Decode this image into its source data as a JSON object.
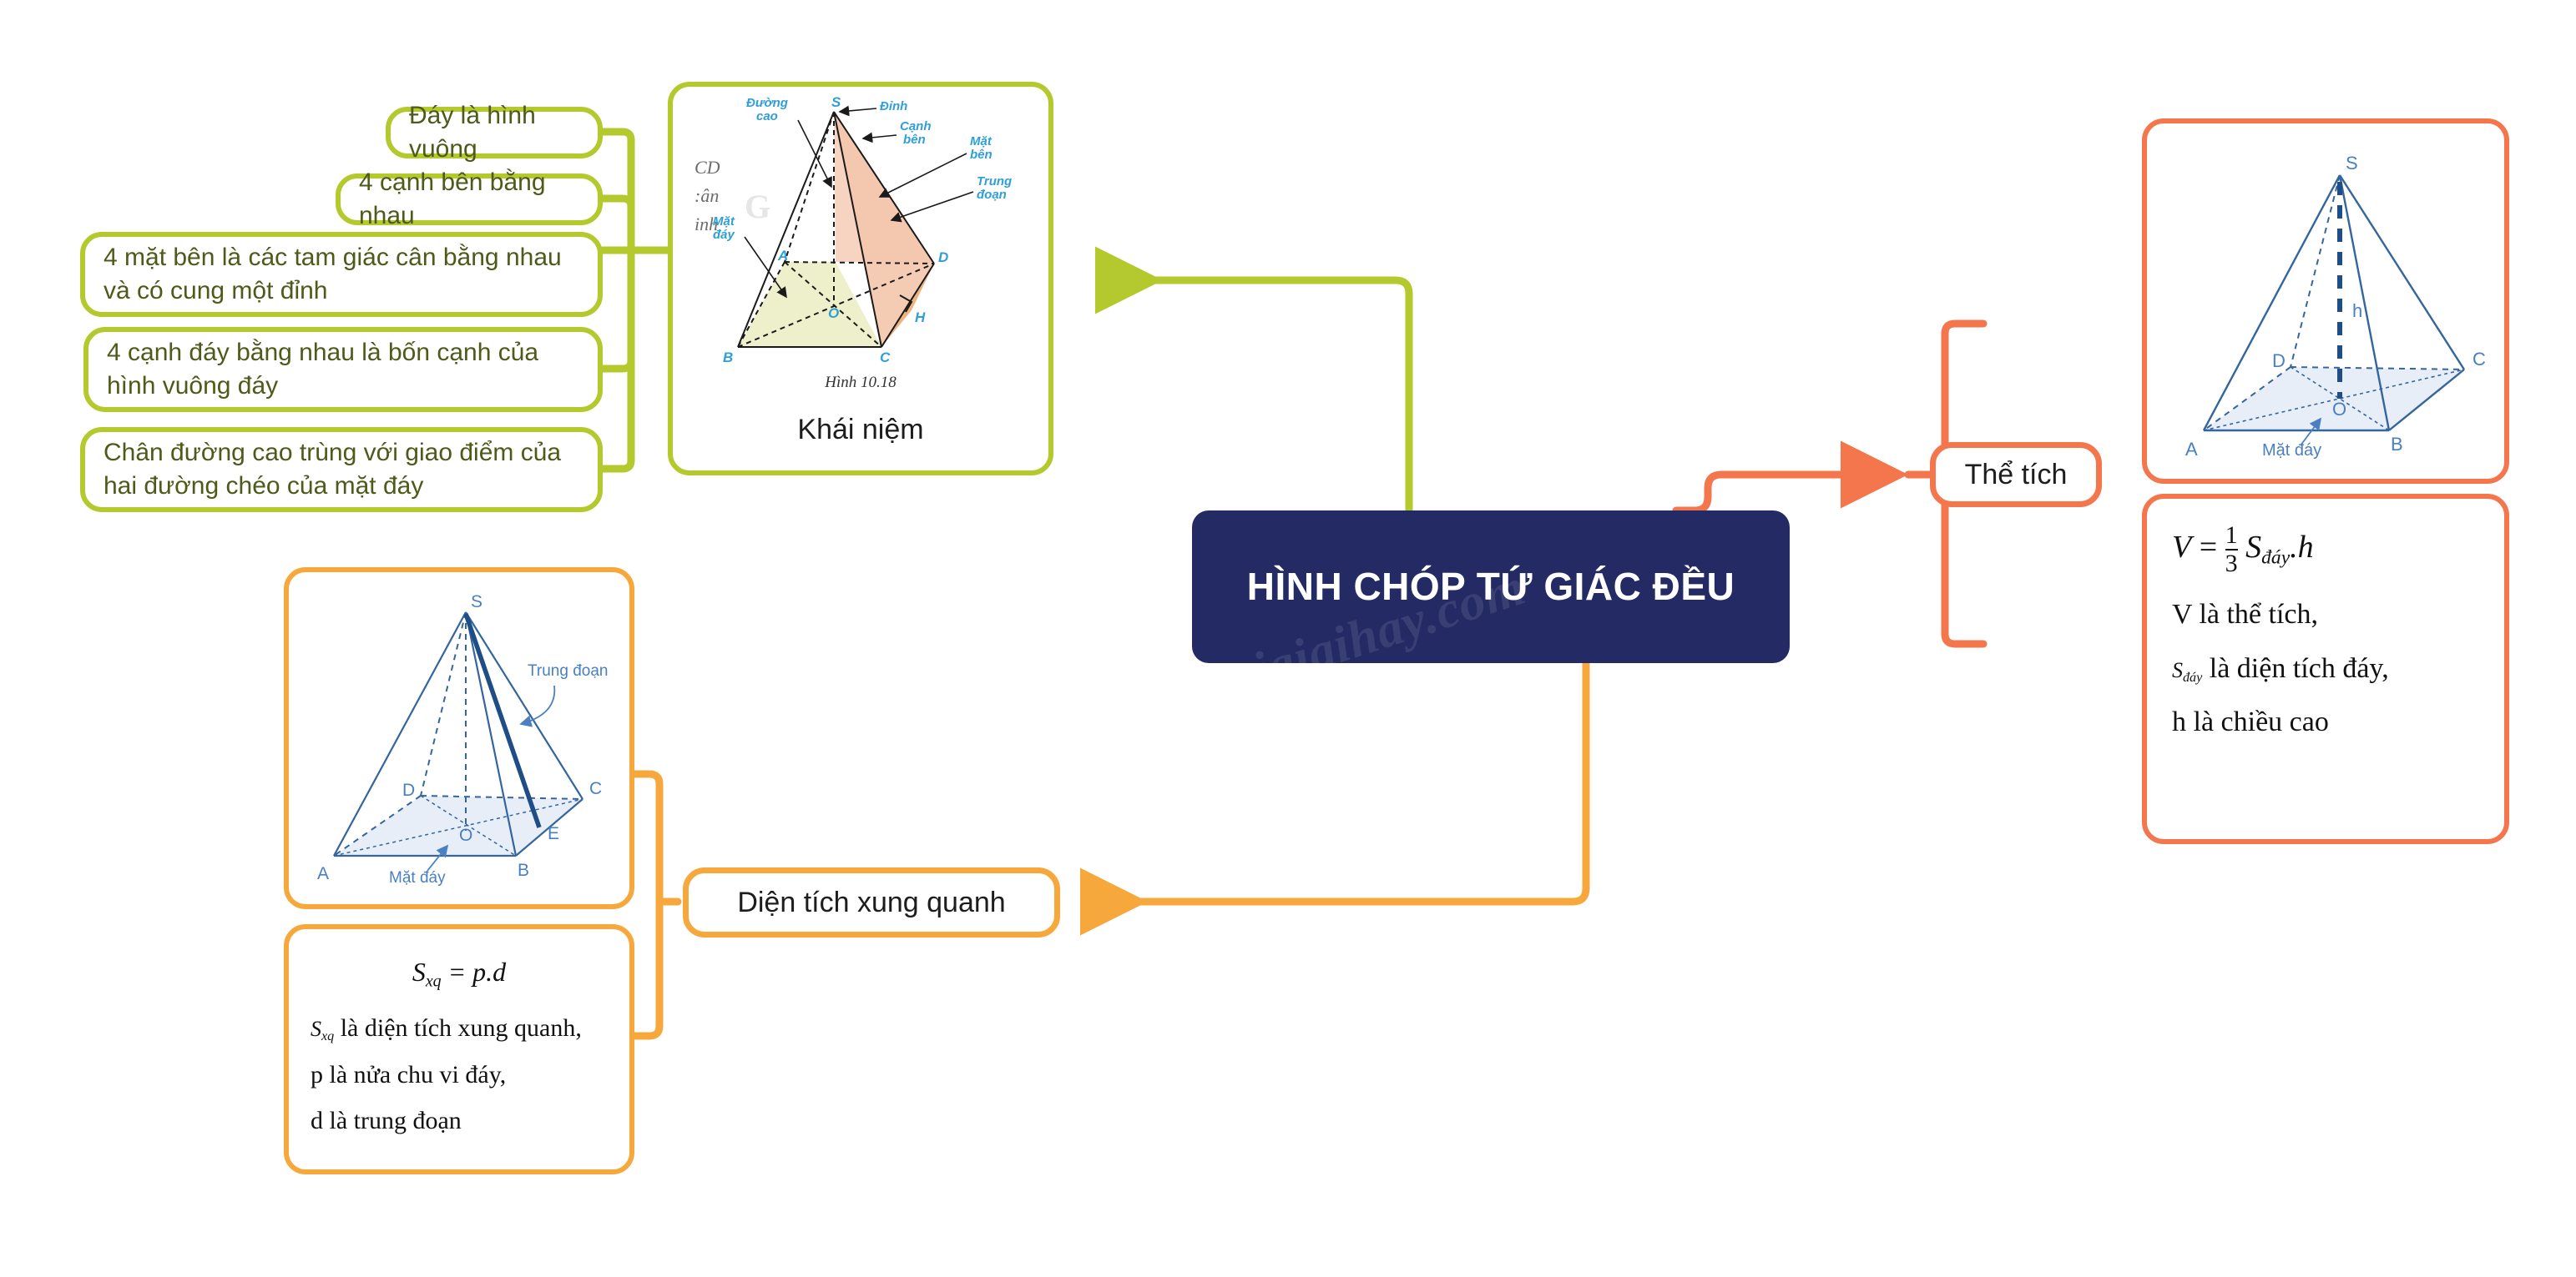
{
  "central": {
    "title": "HÌNH CHÓP TỨ GIÁC ĐỀU",
    "watermark": "loigiaihay.com",
    "color": "#232a64"
  },
  "branches": {
    "khai_niem": {
      "label": "Khái niệm",
      "color": "#b4c92d",
      "figure_caption": "Hình 10.18",
      "scrap_text": "CD\n:ân\ninh",
      "leaves": [
        "Đáy là hình vuông",
        "4 cạnh bên bằng nhau",
        "4 mặt bên là các tam giác cân bằng nhau và có cung một đỉnh",
        "4 cạnh đáy bằng nhau là bốn cạnh của hình vuông đáy",
        "Chân đường cao trùng với giao điểm của hai đường chéo của mặt đáy"
      ],
      "diagram": {
        "type": "square-pyramid-labelled",
        "vertices": [
          "S",
          "A",
          "B",
          "C",
          "D",
          "O",
          "H"
        ],
        "annotations": [
          "Đường cao",
          "Đỉnh",
          "Cạnh bên",
          "Mặt bên",
          "Trung đoạn",
          "Mặt đáy"
        ]
      }
    },
    "dien_tich_xung_quanh": {
      "label": "Diện tích xung quanh",
      "color": "#f7a83c",
      "diagram": {
        "type": "square-pyramid",
        "vertices": [
          "S",
          "A",
          "B",
          "C",
          "D",
          "O",
          "E"
        ],
        "annotations": [
          "Trung đoạn",
          "Mặt đáy"
        ]
      },
      "formula": {
        "main_lhs": "S",
        "main_lhs_sub": "xq",
        "main_rhs": "= p.d",
        "lines": [
          {
            "sym": "S",
            "sub": "xq",
            "text": " là diện tích xung quanh,"
          },
          {
            "sym": "p",
            "sub": "",
            "text": " là nửa chu vi đáy,"
          },
          {
            "sym": "d",
            "sub": "",
            "text": " là trung đoạn"
          }
        ]
      }
    },
    "the_tich": {
      "label": "Thể tích",
      "color": "#f4764c",
      "diagram": {
        "type": "square-pyramid",
        "vertices": [
          "S",
          "A",
          "B",
          "C",
          "D",
          "O"
        ],
        "annotations": [
          "h",
          "Mặt đáy"
        ]
      },
      "formula": {
        "main": "V = 1/3 S_đáy . h",
        "frac_num": "1",
        "frac_den": "3",
        "lines": [
          {
            "sym": "V",
            "sub": "",
            "text": " là thể tích,"
          },
          {
            "sym": "S",
            "sub": "đáy",
            "text": " là diện tích đáy,"
          },
          {
            "sym": "h",
            "sub": "",
            "text": " là chiều cao"
          }
        ]
      }
    }
  },
  "figure_labels": {
    "S": "S",
    "A": "A",
    "B": "B",
    "C": "C",
    "D": "D",
    "O": "O",
    "H": "H",
    "E": "E",
    "h": "h",
    "duong_cao": "Đường cao",
    "dinh": "Đỉnh",
    "canh_ben": "Cạnh bên",
    "mat_ben": "Mặt bên",
    "trung_doan": "Trung đoạn",
    "mat_day": "Mặt đáy"
  }
}
